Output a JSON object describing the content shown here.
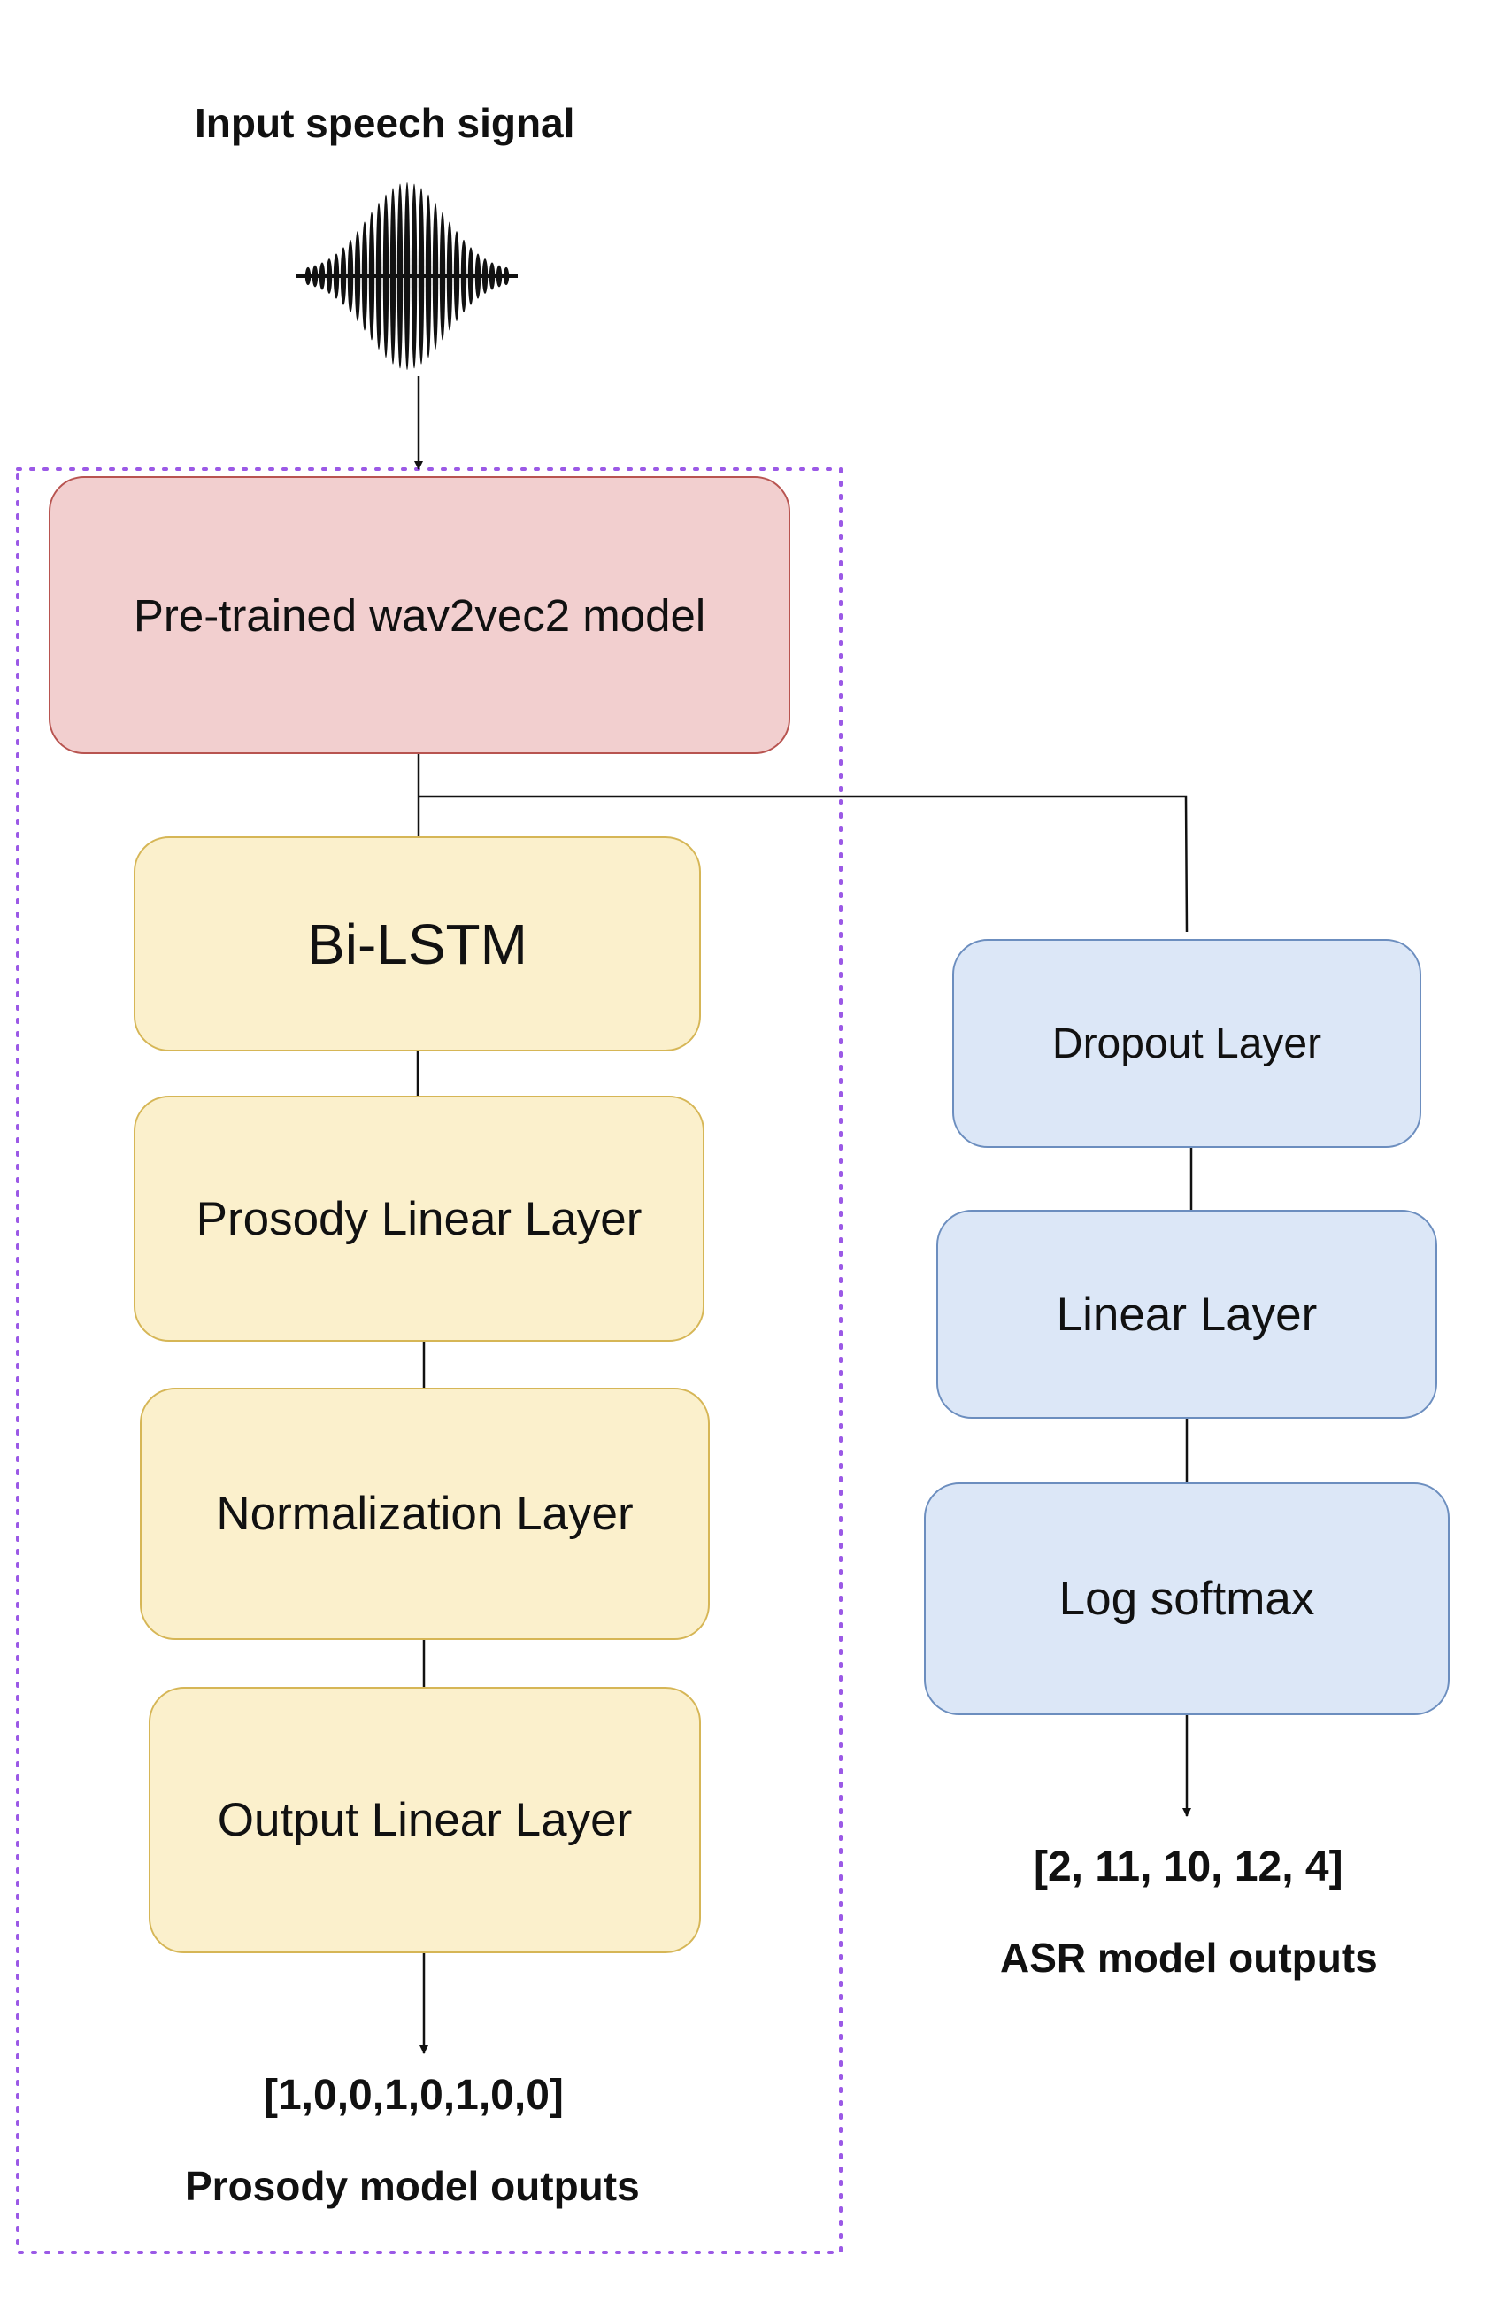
{
  "input": {
    "title": "Input speech signal",
    "icon": "waveform-icon"
  },
  "prosody_branch": {
    "boxes": {
      "wav2vec2": "Pre-trained wav2vec2 model",
      "bilstm": "Bi-LSTM",
      "prosody_linear": "Prosody Linear Layer",
      "normalization": "Normalization Layer",
      "output_linear": "Output Linear Layer"
    },
    "output_value": "[1,0,0,1,0,1,0,0]",
    "output_caption": "Prosody model outputs"
  },
  "asr_branch": {
    "boxes": {
      "dropout": "Dropout Layer",
      "linear": "Linear Layer",
      "log_softmax": "Log softmax"
    },
    "output_value": "[2, 11, 10, 12, 4]",
    "output_caption": "ASR model outputs"
  },
  "colors": {
    "wav2vec2_fill": "#f2cfcf",
    "wav2vec2_stroke": "#b85450",
    "prosody_fill": "#fbf0cc",
    "prosody_stroke": "#d6b656",
    "asr_fill": "#dce7f7",
    "asr_stroke": "#6c8ebf",
    "group_border": "#9b59e6"
  }
}
